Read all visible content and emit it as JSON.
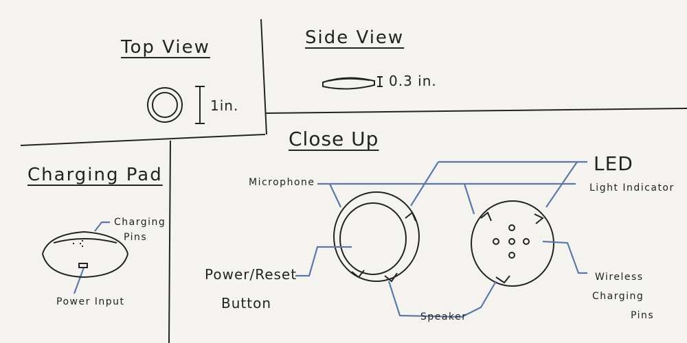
{
  "views": {
    "top_view": {
      "title": "Top View",
      "dimension": "1in."
    },
    "side_view": {
      "title": "Side View",
      "dimension": "0.3 in."
    },
    "close_up": {
      "title": "Close Up"
    },
    "charging_pad": {
      "title": "Charging Pad"
    }
  },
  "labels": {
    "microphone": "Microphone",
    "led": "LED",
    "light_indicator": "Light Indicator",
    "power_reset_line1": "Power/Reset",
    "power_reset_line2": "Button",
    "speaker": "Speaker",
    "wireless_line1": "Wireless",
    "wireless_line2": "Charging",
    "wireless_line3": "Pins",
    "charging_pins_line1": "Charging",
    "charging_pins_line2": "Pins",
    "power_input": "Power Input"
  },
  "colors": {
    "ink": "#222222",
    "leader_blue": "#5b78a8",
    "paper": "#f4f3ef"
  }
}
